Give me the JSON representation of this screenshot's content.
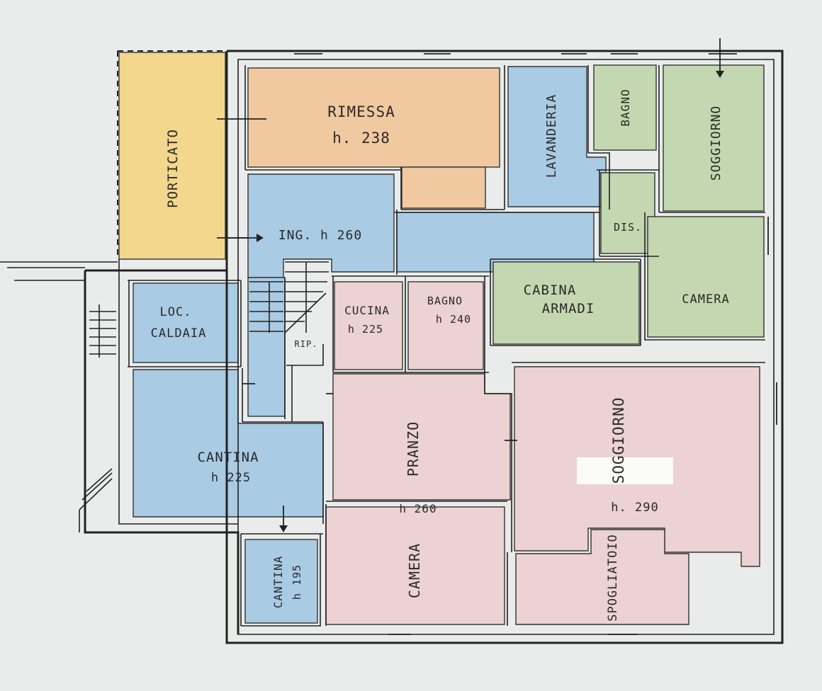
{
  "colors": {
    "yellow": "#f2d78c",
    "orange": "#f1c9a0",
    "blue": "#a9cbe4",
    "green": "#c3d8b0",
    "pink": "#ecd2d2",
    "paper": "#e9ecea"
  },
  "rooms": {
    "porticato": "PORTICATO",
    "rimessa": "RIMESSA",
    "rimessa_h": "h. 238",
    "lavanderia": "LAVANDERIA",
    "bagno_top": "BAGNO",
    "soggiorno_top": "SOGGIORNO",
    "ingresso": "ING. h 260",
    "dis": "DIS.",
    "cabina": "CABINA",
    "armadi": "ARMADI",
    "camera_right": "CAMERA",
    "loc": "LOC.",
    "caldaia": "CALDAIA",
    "rip": "RIP.",
    "cucina": "CUCINA",
    "cucina_h": "h 225",
    "bagno_mid": "BAGNO",
    "bagno_mid_h": "h 240",
    "cantina_main": "CANTINA",
    "cantina_main_h": "h 225",
    "pranzo": "PRANZO",
    "pranzo_h": "h 260",
    "soggiorno_big": "SOGGIORNO",
    "soggiorno_big_h": "h. 290",
    "cantina_small": "CANTINA",
    "cantina_small_h": "h 195",
    "camera_bottom": "CAMERA",
    "spogliatoio": "SPOGLIATOIO"
  }
}
